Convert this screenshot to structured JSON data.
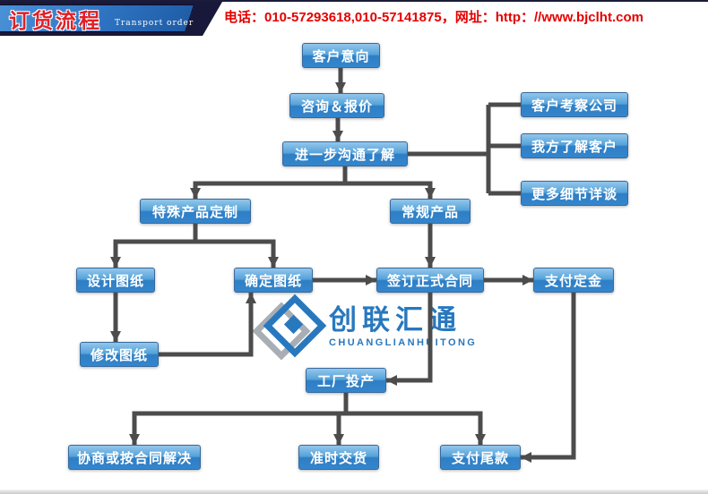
{
  "header": {
    "title": "订货流程",
    "subtitle": "Transport order",
    "contact": "电话：010-57293618,010-57141875，网址：http：//www.bjclht.com"
  },
  "watermark": {
    "brand": "创联汇通",
    "brand_latin": "CHUANGLIANHUITONG"
  },
  "colors": {
    "header_dark": "#18183a",
    "ribbon_blue": "#2e74c2",
    "accent_red": "#e50000",
    "node_blue_top": "#93c6ec",
    "node_blue_bottom": "#2e7ec6",
    "arrow_gray": "#4c4c4c",
    "brand_blue": "#2878be"
  },
  "flow": {
    "customer_intent": "客户意向",
    "inquiry_quote": "咨询＆报价",
    "further_communication": "进一步沟通了解",
    "customer_visit": "客户考察公司",
    "know_customer": "我方了解客户",
    "more_details": "更多细节详谈",
    "custom_product": "特殊产品定制",
    "regular_product": "常规产品",
    "design_drawing": "设计图纸",
    "confirm_drawing": "确定图纸",
    "sign_contract": "签订正式合同",
    "pay_deposit": "支付定金",
    "modify_drawing": "修改图纸",
    "factory_production": "工厂投产",
    "negotiate_resolve": "协商或按合同解决",
    "ontime_delivery": "准时交货",
    "pay_balance": "支付尾款"
  }
}
